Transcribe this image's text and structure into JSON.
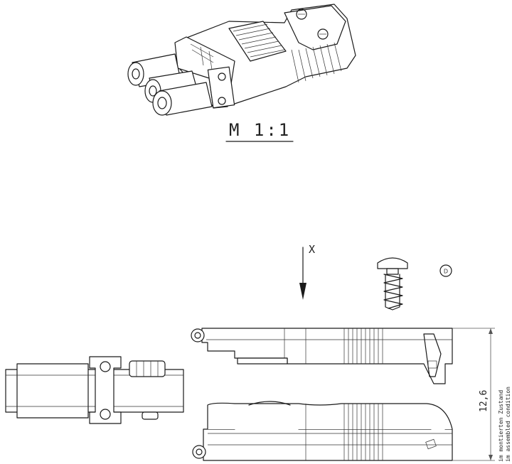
{
  "scale_label": "M 1:1",
  "view_label": "X",
  "dimension": {
    "value": "12,6",
    "note_de": "im montierten Zustand",
    "note_en": "im assembled condition"
  },
  "detail_marker": "D"
}
